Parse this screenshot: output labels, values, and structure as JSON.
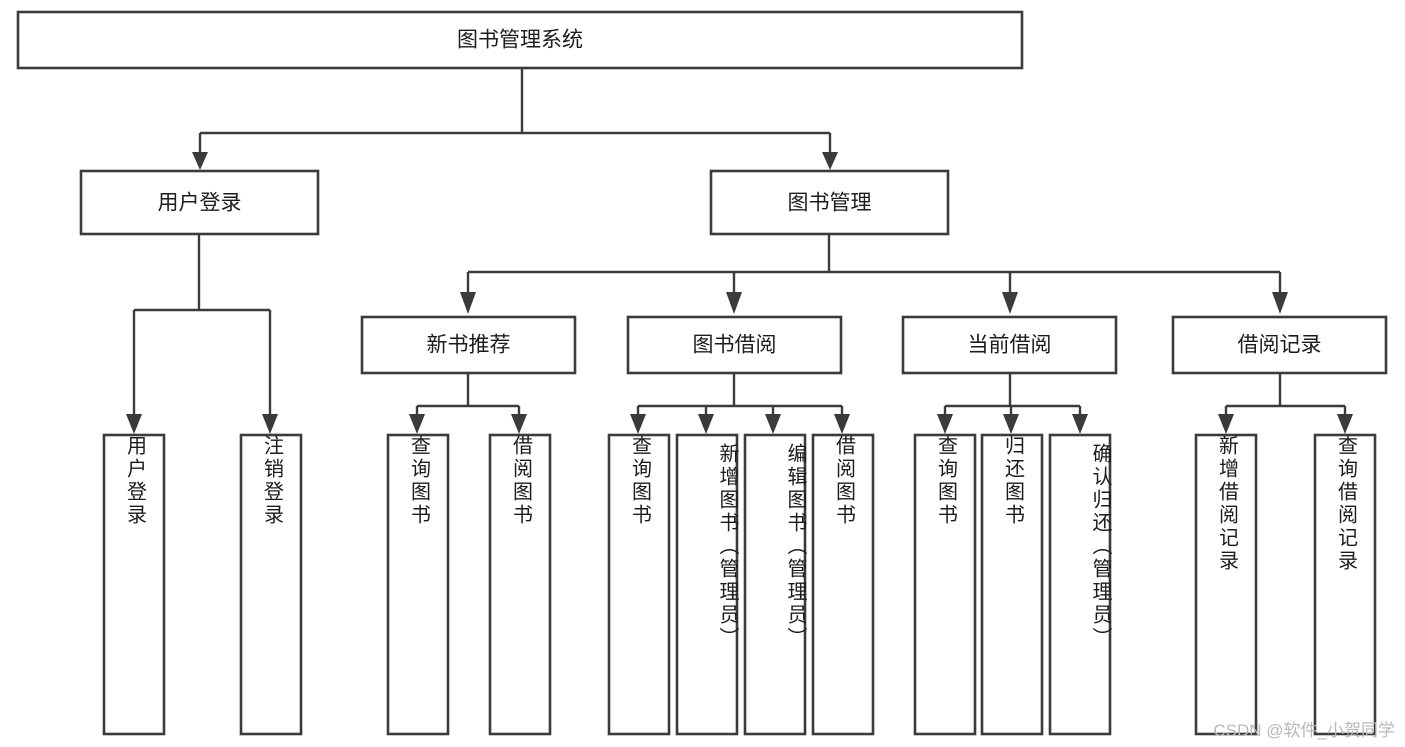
{
  "diagram": {
    "type": "tree-hierarchy",
    "title": "图书管理系统",
    "root": {
      "label": "图书管理系统",
      "orientation": "horizontal"
    },
    "level2": [
      {
        "label": "用户登录",
        "orientation": "horizontal"
      },
      {
        "label": "图书管理",
        "orientation": "horizontal"
      }
    ],
    "level3": [
      {
        "label": "新书推荐",
        "orientation": "horizontal"
      },
      {
        "label": "图书借阅",
        "orientation": "horizontal"
      },
      {
        "label": "当前借阅",
        "orientation": "horizontal"
      },
      {
        "label": "借阅记录",
        "orientation": "horizontal"
      }
    ],
    "leaves": {
      "user_login": [
        {
          "label": "用户登录",
          "orientation": "vertical"
        },
        {
          "label": "注销登录",
          "orientation": "vertical"
        }
      ],
      "new_book_recommend": [
        {
          "label": "查询图书",
          "orientation": "vertical"
        },
        {
          "label": "借阅图书",
          "orientation": "vertical"
        }
      ],
      "book_borrow": [
        {
          "label": "查询图书",
          "orientation": "vertical"
        },
        {
          "label": "新增图书（管理员）",
          "orientation": "vertical"
        },
        {
          "label": "编辑图书（管理员）",
          "orientation": "vertical"
        },
        {
          "label": "借阅图书",
          "orientation": "vertical"
        }
      ],
      "current_borrow": [
        {
          "label": "查询图书",
          "orientation": "vertical"
        },
        {
          "label": "归还图书",
          "orientation": "vertical"
        },
        {
          "label": "确认归还（管理员）",
          "orientation": "vertical"
        }
      ],
      "borrow_record": [
        {
          "label": "新增借阅记录",
          "orientation": "vertical"
        },
        {
          "label": "查询借阅记录",
          "orientation": "vertical"
        }
      ]
    }
  },
  "watermark": {
    "text": "CSDN @软件_小贺同学"
  },
  "colors": {
    "stroke": "#3b3b3b",
    "fill": "#ffffff",
    "text": "#1c1c1c",
    "watermark": "#b9b9b9",
    "background": "#ffffff"
  }
}
